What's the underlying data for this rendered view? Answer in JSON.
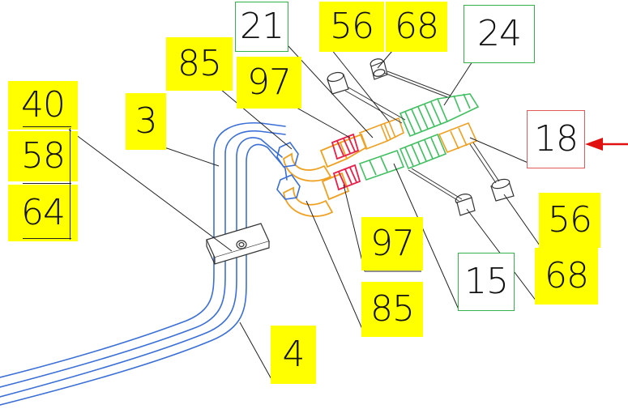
{
  "diagram": {
    "colors": {
      "highlight": "#ffff00",
      "frame_green": "#36b24a",
      "frame_red": "#e05a5a",
      "pipe_blue": "#3a6fd8",
      "fitting_orange": "#f0a020",
      "fitting_red": "#e8204a",
      "fitting_green": "#40c060",
      "arrow_red": "#e01010",
      "line_dark": "#222222"
    },
    "labels": {
      "l40": "40",
      "l58": "58",
      "l64": "64",
      "l3": "3",
      "l85_top": "85",
      "l97_top": "97",
      "l21": "21",
      "l56_top": "56",
      "l68_top": "68",
      "l24": "24",
      "l18": "18",
      "l56_right": "56",
      "l68_right": "68",
      "l15": "15",
      "l97_bottom": "97",
      "l85_bottom": "85",
      "l4": "4"
    }
  }
}
